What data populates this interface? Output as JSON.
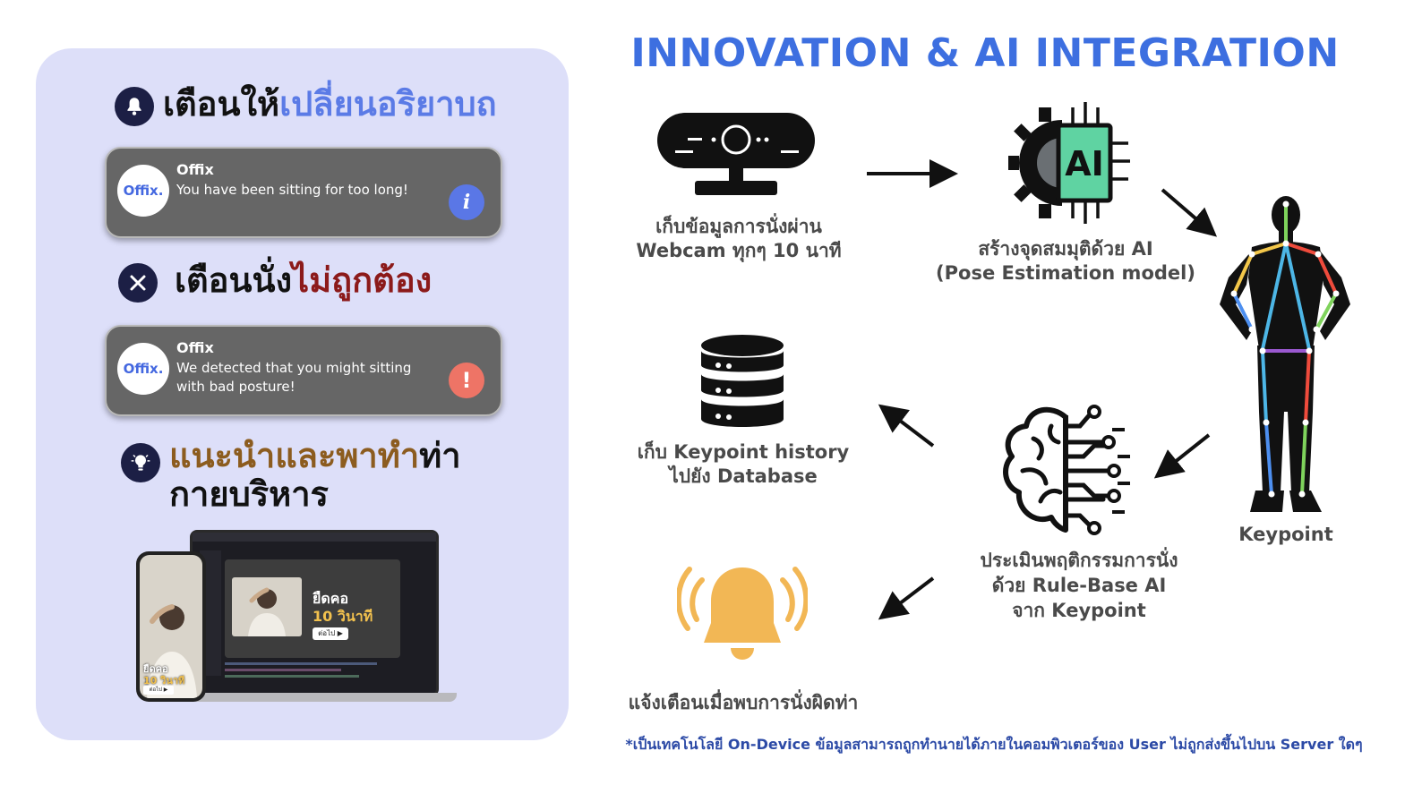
{
  "title": "INNOVATION & AI INTEGRATION",
  "left_panel": {
    "feature1": {
      "heading_dark": "เตือนให้",
      "heading_accent": "เปลี่ยนอริยาบถ",
      "accent_color": "#5b7be6",
      "icon": "bell-icon"
    },
    "notification1": {
      "logo": "Offix.",
      "app": "Offix",
      "message": "You have been sitting for too long!",
      "badge_icon": "info-icon",
      "badge_color": "#5a77e6"
    },
    "feature2": {
      "heading_dark": "เตือนนั่ง",
      "heading_accent": "ไม่ถูกต้อง",
      "accent_color": "#8c1a1a",
      "icon": "close-icon"
    },
    "notification2": {
      "logo": "Offix.",
      "app": "Offix",
      "message": "We detected that you might sitting with bad posture!",
      "badge_icon": "exclamation-icon",
      "badge_color": "#ee7466"
    },
    "feature3": {
      "heading_accent": "แนะนำและพาทำ",
      "heading_dark1": "ท่า",
      "heading_dark2": "กายบริหาร",
      "accent_color": "#8c5c1f",
      "icon": "lightbulb-icon"
    },
    "devices": {
      "phone_line1": "ยืดคอ",
      "phone_line2": "10 วินาที",
      "phone_button": "ต่อไป ▶",
      "laptop_line1": "ยืดคอ",
      "laptop_line2": "10 วินาที",
      "laptop_button": "ต่อไป ▶"
    }
  },
  "steps": {
    "webcam": {
      "line1": "เก็บข้อมูลการนั่งผ่าน",
      "line2": "Webcam ทุกๆ 10 นาที",
      "icon": "webcam-icon"
    },
    "ai": {
      "line1": "สร้างจุดสมมุติด้วย AI",
      "line2": "(Pose Estimation model)",
      "icon": "ai-chip-icon",
      "chip_text": "AI"
    },
    "keypoint": {
      "label": "Keypoint",
      "icon": "skeleton-keypoint-icon"
    },
    "rule": {
      "line1": "ประเมินพฤติกรรมการนั่ง",
      "line2": "ด้วย Rule-Base AI",
      "line3": "จาก Keypoint",
      "icon": "brain-circuit-icon"
    },
    "database": {
      "line1": "เก็บ Keypoint history",
      "line2": "ไปยัง Database",
      "icon": "database-icon"
    },
    "alert": {
      "line1": "แจ้งเตือนเมื่อพบการนั่งผิดท่า",
      "icon": "alarm-bell-icon",
      "color": "#f2b755"
    }
  },
  "footnote": "*เป็นเทคโนโลยี On-Device ข้อมูลสามารถถูกทำนายได้ภายในคอมพิวเตอร์ของ User ไม่ถูกส่งขึ้นไปบน Server ใดๆ",
  "colors": {
    "title": "#3d6fe0",
    "panel": "#dddff9",
    "icon_dark": "#1c1f45",
    "footnote": "#2c4aa6"
  }
}
